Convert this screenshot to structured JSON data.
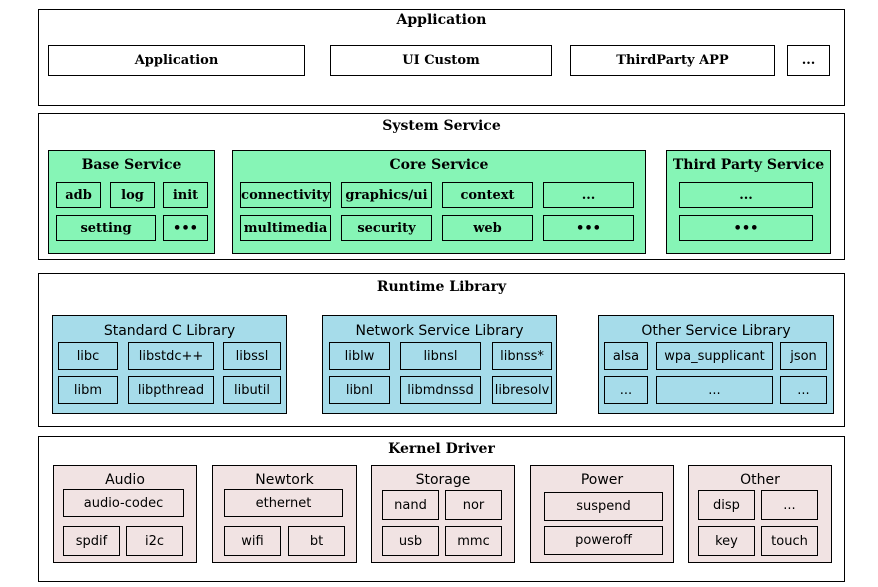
{
  "application": {
    "title": "Application",
    "items": [
      "Application",
      "UI Custom",
      "ThirdParty APP",
      "..."
    ]
  },
  "system_service": {
    "title": "System Service",
    "base": {
      "title": "Base Service",
      "items": [
        "adb",
        "log",
        "init",
        "setting",
        "•••"
      ]
    },
    "core": {
      "title": "Core Service",
      "items": [
        "connectivity",
        "graphics/ui",
        "context",
        "...",
        "multimedia",
        "security",
        "web",
        "•••"
      ]
    },
    "third": {
      "title": "Third Party Service",
      "items": [
        "...",
        "•••"
      ]
    }
  },
  "runtime": {
    "title": "Runtime Library",
    "stdc": {
      "title": "Standard C Library",
      "items": [
        "libc",
        "libstdc++",
        "libssl",
        "libm",
        "libpthread",
        "libutil"
      ]
    },
    "network": {
      "title": "Network Service Library",
      "items": [
        "liblw",
        "libnsl",
        "libnss*",
        "libnl",
        "libmdnssd",
        "libresolv"
      ]
    },
    "other": {
      "title": "Other Service Library",
      "items": [
        "alsa",
        "wpa_supplicant",
        "json",
        "...",
        "...",
        "..."
      ]
    }
  },
  "kernel": {
    "title": "Kernel Driver",
    "audio": {
      "title": "Audio",
      "items": [
        "audio-codec",
        "spdif",
        "i2c"
      ]
    },
    "network": {
      "title": "Newtork",
      "items": [
        "ethernet",
        "wifi",
        "bt"
      ]
    },
    "storage": {
      "title": "Storage",
      "items": [
        "nand",
        "nor",
        "usb",
        "mmc"
      ]
    },
    "power": {
      "title": "Power",
      "items": [
        "suspend",
        "poweroff"
      ]
    },
    "other": {
      "title": "Other",
      "items": [
        "disp",
        "...",
        "key",
        "touch"
      ]
    }
  }
}
